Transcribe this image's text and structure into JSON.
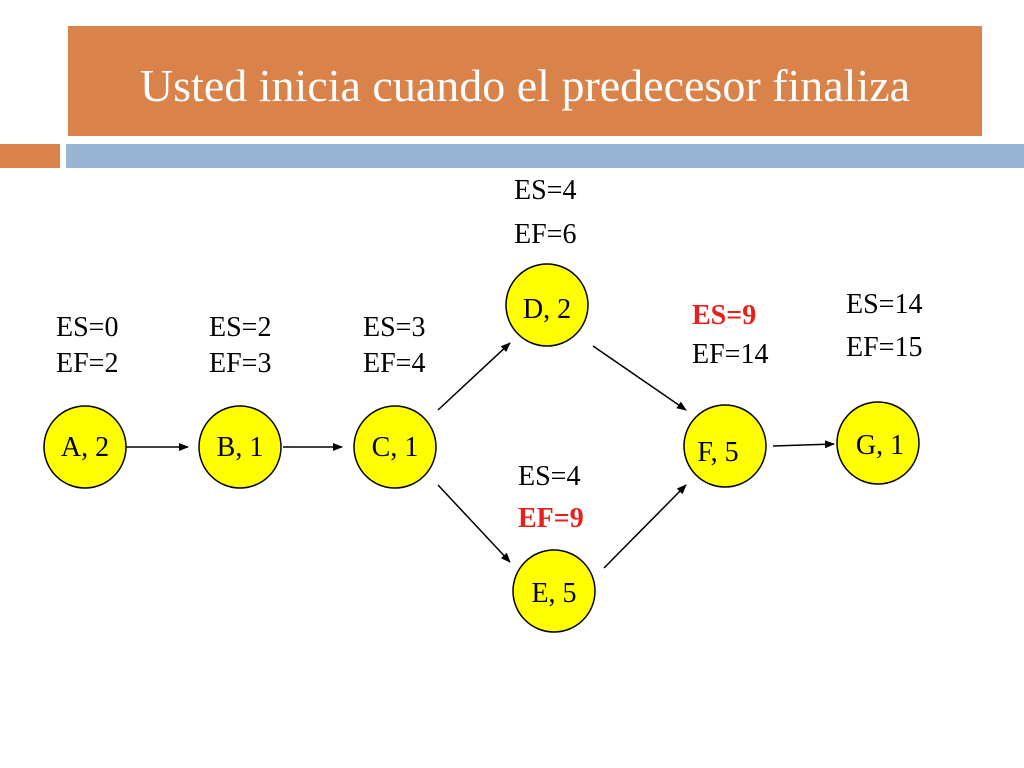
{
  "slide": {
    "title": "Usted inicia cuando el predecesor finaliza",
    "colors": {
      "title_bg": "#d9824a",
      "accent_blue": "#98b6d3",
      "node_fill": "#ffff00",
      "highlight": "#e8201c"
    }
  },
  "nodes": {
    "A": {
      "label": "A, 2",
      "es": "ES=0",
      "ef": "EF=2"
    },
    "B": {
      "label": "B, 1",
      "es": "ES=2",
      "ef": "EF=3"
    },
    "C": {
      "label": "C, 1",
      "es": "ES=3",
      "ef": "EF=4"
    },
    "D": {
      "label": "D, 2",
      "es": "ES=4",
      "ef": "EF=6"
    },
    "E": {
      "label": "E, 5",
      "es": "ES=4",
      "ef": "EF=9"
    },
    "F": {
      "label": "F, 5",
      "es": "ES=9",
      "ef": "EF=14"
    },
    "G": {
      "label": "G, 1",
      "es": "ES=14",
      "ef": "EF=15"
    }
  },
  "edges": [
    [
      "A",
      "B"
    ],
    [
      "B",
      "C"
    ],
    [
      "C",
      "D"
    ],
    [
      "C",
      "E"
    ],
    [
      "D",
      "F"
    ],
    [
      "E",
      "F"
    ],
    [
      "F",
      "G"
    ]
  ],
  "highlighted": [
    "E.ef",
    "F.es"
  ]
}
